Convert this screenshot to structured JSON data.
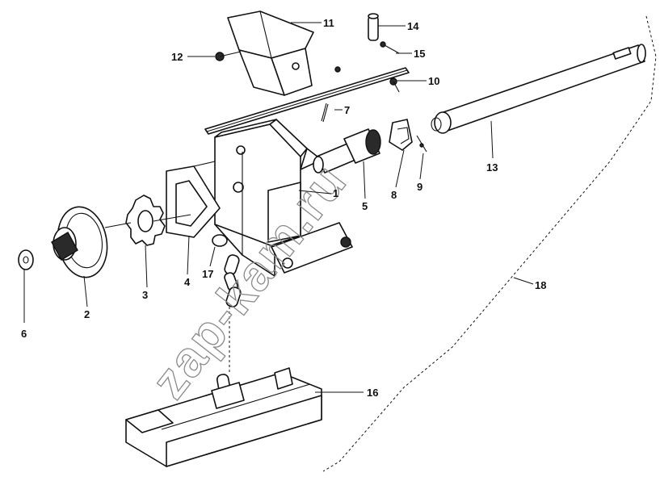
{
  "watermark": "zap-kam.ru",
  "callouts": {
    "c1": "1",
    "c2": "2",
    "c3": "3",
    "c4": "4",
    "c5": "5",
    "c6": "6",
    "c7": "7",
    "c8": "8",
    "c9": "9",
    "c10": "10",
    "c11": "11",
    "c12": "12",
    "c13": "13",
    "c14": "14",
    "c15": "15",
    "c16": "16",
    "c17": "17",
    "c18": "18"
  }
}
